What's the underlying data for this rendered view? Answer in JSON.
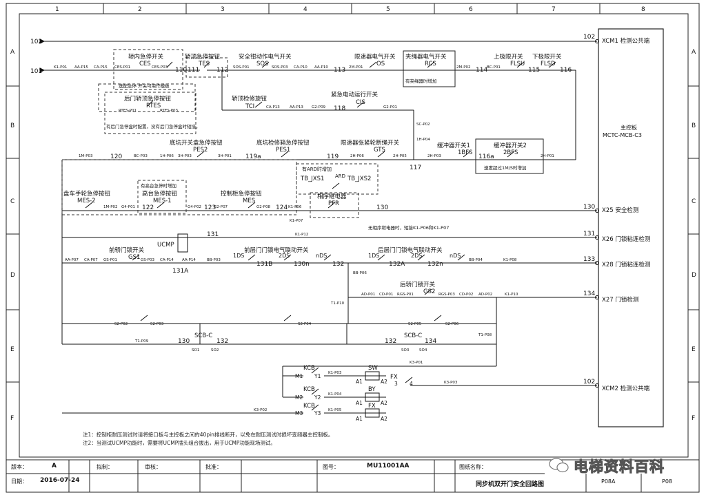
{
  "grid": {
    "columns": [
      "1",
      "2",
      "3",
      "4",
      "5",
      "6",
      "7",
      "8"
    ],
    "rows": [
      "A",
      "B",
      "C",
      "D",
      "E",
      "F"
    ]
  },
  "nodes": {
    "n101": "101",
    "n102_top": "102",
    "n102_left": "102",
    "n110": "110",
    "n111": "111",
    "n112": "112",
    "n113": "113",
    "n114": "114",
    "n115": "115",
    "n116": "116",
    "n116a": "116a",
    "n117": "117",
    "n118": "118",
    "n119": "119",
    "n119a": "119a",
    "n120": "120",
    "n122": "122",
    "n123": "123",
    "n124": "124",
    "n130_mid": "130",
    "n130_right": "130",
    "n131": "131",
    "n131_right": "131",
    "n131A": "131A",
    "n131B": "131B",
    "n130n": "130n",
    "n132": "132",
    "n132A": "132A",
    "n132n": "132n",
    "n133": "133",
    "n134": "134",
    "n130_e": "130",
    "n132_e": "132",
    "n132_e2": "132",
    "n134_e": "134",
    "n102_bot": "102"
  },
  "right_terminals": {
    "xcm1": "XCM1 检测公共端",
    "x25": "X25 安全检测",
    "x26": "X26 门锁粘连检测",
    "x28": "X28 门锁粘连检测",
    "x27": "X27 门锁检测",
    "xcm2": "XCM2 检测公共端"
  },
  "controller": {
    "title": "主控板",
    "model": "MCTC-MCB-C3"
  },
  "switches": {
    "ces_title": "轿内急停开关",
    "ces_code": "CES",
    "tes_title": "轿顶急停按钮",
    "tes_code": "TES",
    "sos_title": "安全钳动作电气开关",
    "sos_code": "SOS",
    "os_title": "限速器电气开关",
    "os_code": "OS",
    "rcs_title": "夹绳器电气开关",
    "rcs_code": "RCS",
    "rcs_note": "有夹绳器时增加",
    "flsu_title": "上极限开关",
    "flsu_code": "FLSU",
    "flsd_title": "下极限开关",
    "flsd_code": "FLSD",
    "rtes_title": "后门轿顶急停按钮",
    "rtes_code": "RTES",
    "rtes_note": "有后门急停盒时配置，没有后门急停盒时短接。",
    "ces_note": "选配急停 开关可用作模板",
    "tci_title": "轿顶检修旋钮",
    "tci_code": "TCI",
    "cis_title": "紧急电动运行开关",
    "cis_code": "CIS",
    "pes2_title": "底坑开关盒急停按钮",
    "pes2_code": "PES2",
    "pes1_title": "底坑检修箱急停按钮",
    "pes1_code": "PES1",
    "gts_title": "限速器张紧轮断绳开关",
    "gts_code": "GTS",
    "bfs1_title": "缓冲器开关1",
    "bfs1_code": "1BFS",
    "bfs2_title": "缓冲器开关2",
    "bfs2_code": "2BFS",
    "bfs2_note": "速度超过1M/S时增加",
    "mes2_title": "盘车手轮急停按钮",
    "mes2_code": "MES-2",
    "mes1_title": "高台急停按钮",
    "mes1_code": "MES-1",
    "mes1_note": "有高台急停时增加",
    "mes_title": "控制柜急停按钮",
    "mes_code": "MES",
    "ard_note": "有ARD时增加",
    "ard_code": "ARD",
    "jxs1": "TB_JXS1",
    "jxs2": "TB_JXS2",
    "pfr_title": "相序继电器",
    "pfr_code": "PFR",
    "pfr_note": "无相序继电器时，短接K1-P06和K1-P07",
    "gs1_title": "前轿门锁开关",
    "gs1_code": "GS1",
    "ucmp": "UCMP",
    "fds_title": "前层门门锁电气联动开关",
    "rds_title": "后层门门锁电气联动开关",
    "gs2_title": "后轿门锁开关",
    "gs2_code": "GS2",
    "scb_code": "SCB-C",
    "kcb": "KCB",
    "sw": "SW",
    "by": "BY",
    "fx": "FX"
  },
  "door_contacts": {
    "ds1": "1DS",
    "ds2": "2DS",
    "dsn": "nDS",
    "rds1": "1DS",
    "rds2": "2DS",
    "rdsn": "nDS"
  },
  "labels": {
    "k1p01": "K1-P01",
    "aap15": "AA-P15",
    "cap15": "CA-P15",
    "cesp01": "CES-P01",
    "cesp03": "CES-P03",
    "sosp01": "SOS-P01",
    "sosp03": "SOS-P03",
    "cap10": "CA-P10",
    "aap10": "AA-P10",
    "mp01_2": "2M-P01",
    "mp02_2": "2M-P02",
    "bcp01": "BC-P01",
    "rtesp01": "RTES-P01",
    "rtesp03": "RTES-P03",
    "cap13": "CA-P13",
    "aap13": "AA-P13",
    "g2p09": "G2-P09",
    "g2p01": "G2-P01",
    "scp02": "SC-P02",
    "hp04": "1H-P04",
    "mp03": "1M-P03",
    "bcp03": "BC-P03",
    "hp06": "1H-P06",
    "hp03": "3H-P03",
    "hp01": "3H-P01",
    "hp06_2": "2H-P06",
    "hp05": "2H-P05",
    "hp03_2": "2H-P03",
    "hp01_2": "2H-P01",
    "mp02": "1M-P02",
    "g4p01": "G4-P01",
    "g4p02": "G4-P02",
    "g2p07": "G2-P07",
    "g2p08": "G2-P08",
    "k1p06": "K1-P06",
    "k1p07": "K1-P07",
    "k1p12": "K1-P12",
    "aap07": "AA-P07",
    "cap07": "CA-P07",
    "gsp01": "GS-P01",
    "gsp03": "GS-P03",
    "cap14": "CA-P14",
    "aap14": "AA-P14",
    "bbp03": "BB-P03",
    "bbp04": "BB-P04",
    "k1p08": "K1-P08",
    "bbp06": "BB-P06",
    "adp01": "AD-P01",
    "cdp01": "CD-P01",
    "rgsp01": "RGS-P01",
    "rgsp03": "RGS-P03",
    "cdp02": "CD-P02",
    "adp02": "AD-P02",
    "k1p10": "K1-P10",
    "t1p10": "T1-P10",
    "s2p02": "S2-P02",
    "s2p03": "S2-P03",
    "s2p04": "S2-P04",
    "s2p05": "S2-P05",
    "s2p06": "S2-P06",
    "t1p09": "T1-P09",
    "t1p08": "T1-P08",
    "so1": "SO1",
    "so2": "SO2",
    "so3": "SO3",
    "so4": "SO4",
    "k3p01": "K3-P01",
    "k1p03": "K1-P03",
    "k1p04": "K1-P04",
    "k1p05": "K1-P05",
    "k3p03": "K3-P03",
    "k3p02": "K3-P02",
    "m1": "M1",
    "m2": "M2",
    "m3": "M3",
    "y1": "Y1",
    "y2": "Y2",
    "y3": "Y3",
    "a1": "A1",
    "a2": "A2",
    "p3": "3",
    "p4": "4"
  },
  "notes": [
    "注1：控制柜耐压测试时请将接口板与主控板之间的40pin排线断开，以免在耐压测试时损坏变频器主控制板。",
    "注2：当测试UCMP功能时，需要将UCMP插头组合拔出，用于UCMP功能现场测试。"
  ],
  "title_block": {
    "version_label": "版本：",
    "version_value": "A",
    "date_label": "日期：",
    "date_value": "2016-07-24",
    "drawn_label": "拟制：",
    "review_label": "审核：",
    "approve_label": "批准：",
    "drawing_no_label": "图号：",
    "drawing_no_value": "MU11001AA",
    "drawing_name_label": "图纸名称：",
    "drawing_name_value": "同步机双开门安全回路图",
    "page_value": "P08A",
    "page_next": "P08"
  },
  "watermark": "电梯资料百科"
}
